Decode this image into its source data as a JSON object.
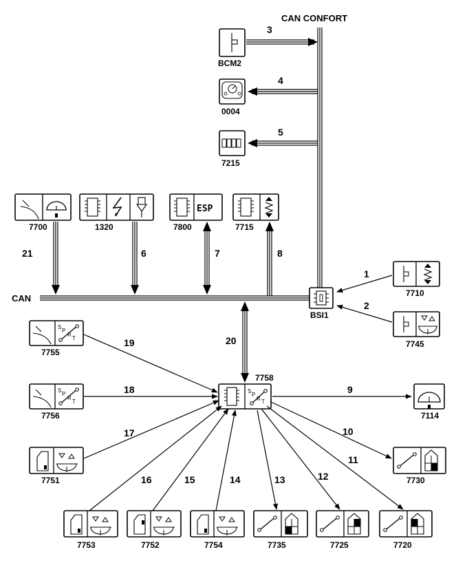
{
  "buses": {
    "can_confort": "CAN CONFORT",
    "can": "CAN"
  },
  "modules": {
    "bcm2": "BCM2",
    "m0004": "0004",
    "m7215": "7215",
    "m7700": "7700",
    "m1320": "1320",
    "m7800": "7800",
    "m7715": "7715",
    "m7710": "7710",
    "m7745": "7745",
    "bsi1": "BSI1",
    "m7758": "7758",
    "m7755": "7755",
    "m7756": "7756",
    "m7751": "7751",
    "m7114": "7114",
    "m7730": "7730",
    "m7753": "7753",
    "m7752": "7752",
    "m7754": "7754",
    "m7735": "7735",
    "m7725": "7725",
    "m7720": "7720"
  },
  "links": {
    "l1": "1",
    "l2": "2",
    "l3": "3",
    "l4": "4",
    "l5": "5",
    "l6": "6",
    "l7": "7",
    "l8": "8",
    "l9": "9",
    "l10": "10",
    "l11": "11",
    "l12": "12",
    "l13": "13",
    "l14": "14",
    "l15": "15",
    "l16": "16",
    "l17": "17",
    "l18": "18",
    "l19": "19",
    "l20": "20",
    "l21": "21"
  },
  "esp_text": "ESP",
  "spr_text": {
    "s": "S",
    "p": "P",
    "o": "o",
    "r": "R",
    "t": "T"
  }
}
